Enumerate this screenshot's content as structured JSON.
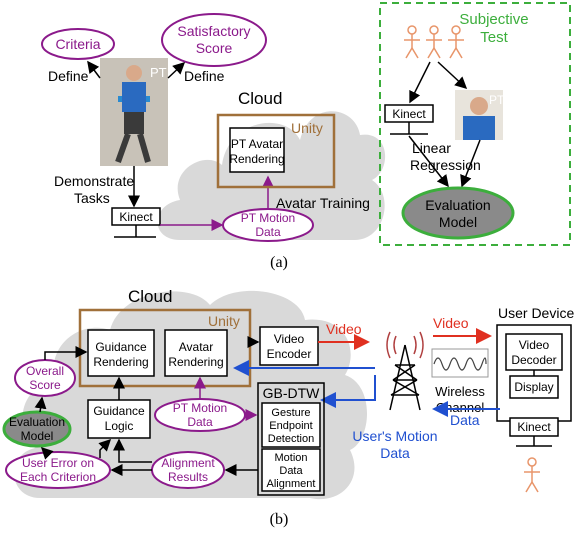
{
  "panel_a": {
    "criteria": "Criteria",
    "satisfactory_score": [
      "Satisfactory",
      "Score"
    ],
    "define_left": "Define",
    "define_right": "Define",
    "pt_photo_label": "PT",
    "cloud": "Cloud",
    "unity": "Unity",
    "pt_avatar_rendering": [
      "PT Avatar",
      "Rendering"
    ],
    "avatar_training": "Avatar Training",
    "demonstrate_tasks": [
      "Demonstrate",
      "Tasks"
    ],
    "kinect": "Kinect",
    "pt_motion_data": [
      "PT Motion",
      "Data"
    ],
    "subjective_test": [
      "Subjective",
      "Test"
    ],
    "kinect_subjective": "Kinect",
    "pt_small_label": "PT",
    "linear_regression": [
      "Linear",
      "Regression"
    ],
    "evaluation_model": [
      "Evaluation",
      "Model"
    ],
    "caption": "(a)"
  },
  "panel_b": {
    "cloud": "Cloud",
    "unity": "Unity",
    "guidance_rendering": [
      "Guidance",
      "Rendering"
    ],
    "avatar_rendering": [
      "Avatar",
      "Rendering"
    ],
    "video_encoder": [
      "Video",
      "Encoder"
    ],
    "video_left": "Video",
    "video_right": "Video",
    "user_device": "User Device",
    "video_decoder": [
      "Video",
      "Decoder"
    ],
    "display": "Display",
    "kinect": "Kinect",
    "overall_score": [
      "Overall",
      "Score"
    ],
    "evaluation_model": [
      "Evaluation",
      "Model"
    ],
    "guidance_logic": [
      "Guidance",
      "Logic"
    ],
    "pt_motion_data": [
      "PT Motion",
      "Data"
    ],
    "gb_dtw": "GB-DTW",
    "gesture_endpoint_detection": [
      "Gesture",
      "Endpoint",
      "Detection"
    ],
    "motion_data_alignment": [
      "Motion",
      "Data",
      "Alignment"
    ],
    "user_error": [
      "User Error on",
      "Each Criterion"
    ],
    "alignment_results": [
      "Alignment",
      "Results"
    ],
    "wireless_channel": [
      "Wireless",
      "Channel"
    ],
    "data": "Data",
    "users_motion_data": [
      "User's Motion",
      "Data"
    ],
    "caption": "(b)"
  },
  "colors": {
    "purple": "#8b1a8b",
    "brown": "#a0703a",
    "green": "#3cae3c",
    "red": "#e03020",
    "blue": "#2050d0",
    "cloud": "#d9d9d9",
    "eval_fill": "#8a8a8a",
    "stick_figure": "#e8956a"
  }
}
